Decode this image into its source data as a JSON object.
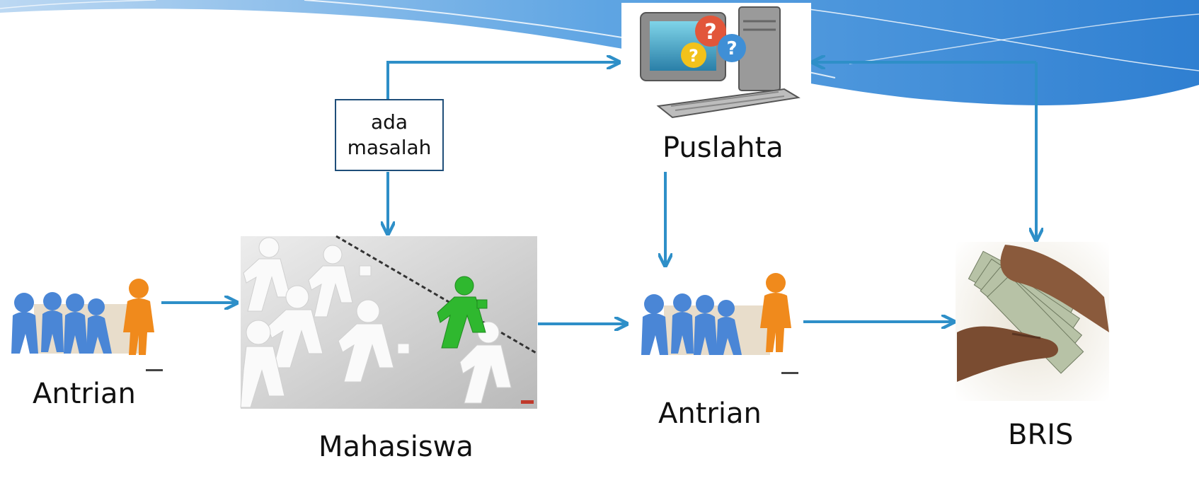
{
  "nodes": {
    "queue1": {
      "label": "Antrian",
      "image": "queue-people-figures"
    },
    "students": {
      "label": "Mahasiswa",
      "image": "running-figures-photo"
    },
    "puslahta": {
      "label": "Puslahta",
      "image": "computer-question-icon"
    },
    "queue2": {
      "label": "Antrian",
      "image": "queue-people-figures"
    },
    "bris": {
      "label": "BRIS",
      "image": "money-hands-photo"
    }
  },
  "note": {
    "line1": "ada",
    "line2": "masalah"
  },
  "colors": {
    "arrow": "#2e8fc8",
    "note_border": "#1f4e79",
    "header_wave": "#3a8fd8"
  }
}
